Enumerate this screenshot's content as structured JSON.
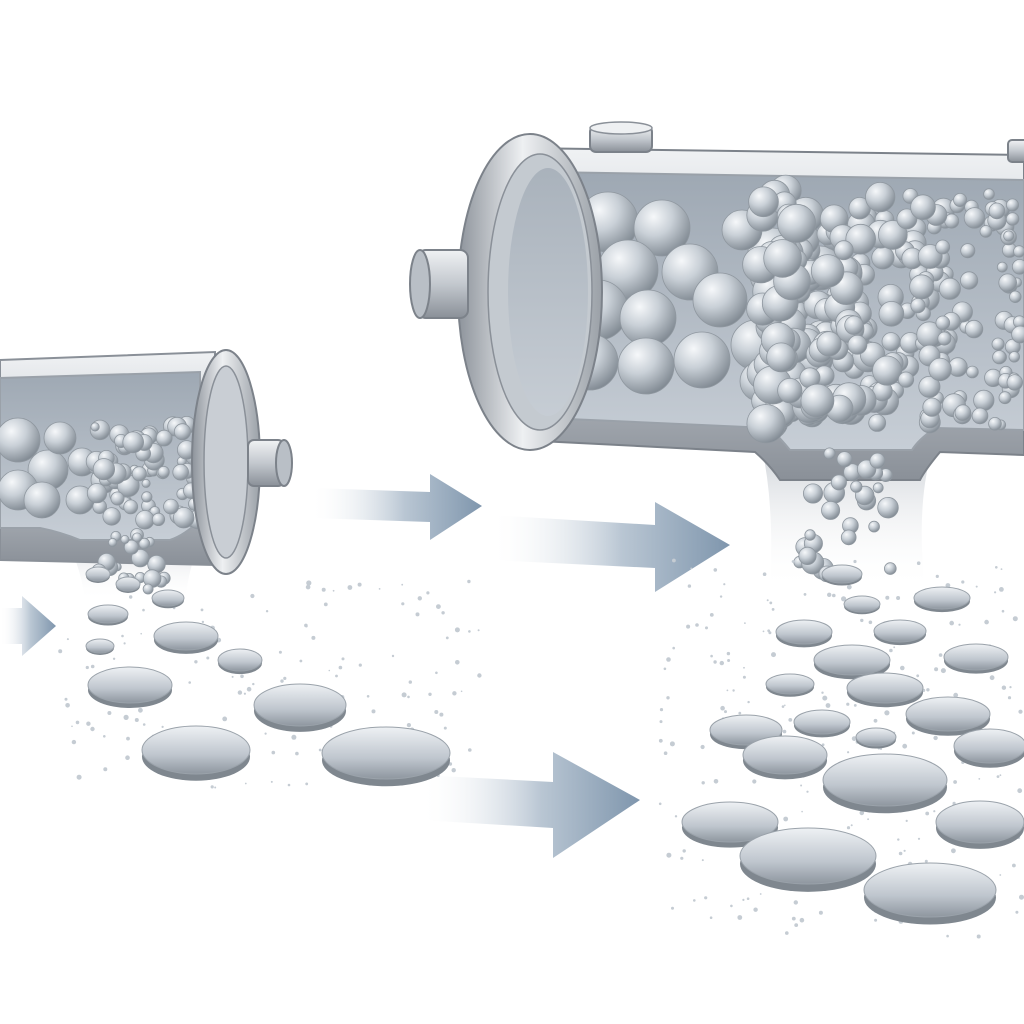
{
  "diagram": {
    "kind": "ball-mill-milling-process-illustration",
    "stages": [
      {
        "name": "small-ball-mill",
        "contents": "grinding-balls",
        "output": "flattened-flakes"
      },
      {
        "name": "large-ball-mill",
        "contents": "grinding-balls",
        "output": "flattened-flakes"
      }
    ],
    "flow_arrows": [
      "flow-arrow-left-edge",
      "flow-arrow-upper-short",
      "flow-arrow-upper-long",
      "flow-arrow-lower"
    ],
    "colors": {
      "background": "#ffffff",
      "steel_light": "#e3e6ea",
      "steel_mid": "#b8bdc4",
      "steel_dark": "#7c828a",
      "drum_interior": "#aeb8c3",
      "ball_highlight": "#f4f6f8",
      "ball_shadow": "#8a939c",
      "arrow": "#7f96ad",
      "arrow_fade": "#e6ecf2",
      "powder": "#d3d8de"
    }
  }
}
